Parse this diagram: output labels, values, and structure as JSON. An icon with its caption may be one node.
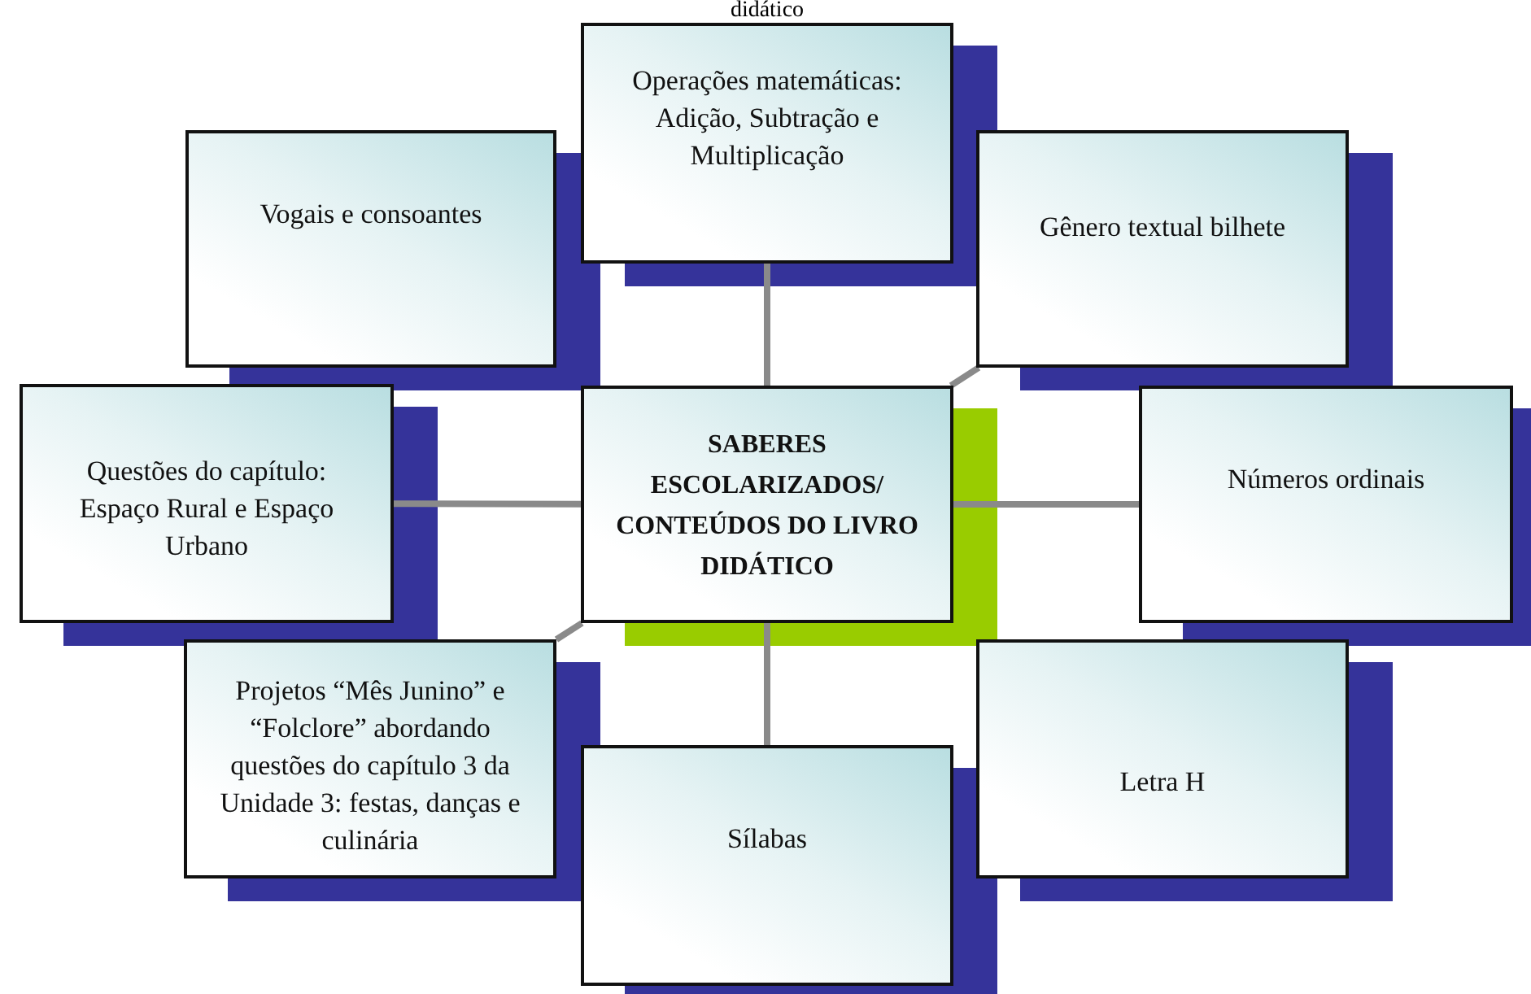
{
  "diagram": {
    "nodes": [
      {
        "text": [
          "SABERES ESCOLARIZADOS/ CONTEÚDOS DO LIVRO DIDÁTICO"
        ]
      },
      {
        "text": [
          "Operações matemáticas: Adição, Subtração e Multiplicação"
        ]
      },
      {
        "text": [
          "Vogais e consoantes"
        ]
      },
      {
        "text": [
          "Gênero textual bilhete"
        ]
      },
      {
        "text": [
          "Questões do capítulo: Espaço Rural e Espaço Urbano"
        ]
      },
      {
        "text": [
          "Números ordinais"
        ]
      },
      {
        "text": [
          "Projetos “Mês Junino” e “Folclore” abordando questões do capítulo 3 da Unidade 3: festas, danças e culinária"
        ]
      },
      {
        "text": [
          "Letra H"
        ]
      },
      {
        "text": [
          "Sílabas"
        ]
      }
    ],
    "edges": [
      {
        "from": 0,
        "to": 1,
        "arrow": "none"
      },
      {
        "from": 0,
        "to": 3,
        "arrow": "none"
      },
      {
        "from": 0,
        "to": 4,
        "arrow": "none"
      },
      {
        "from": 0,
        "to": 5,
        "arrow": "none"
      },
      {
        "from": 0,
        "to": 6,
        "arrow": "none"
      },
      {
        "from": 0,
        "to": 8,
        "arrow": "none"
      }
    ],
    "labels": [
      "didático"
    ]
  }
}
